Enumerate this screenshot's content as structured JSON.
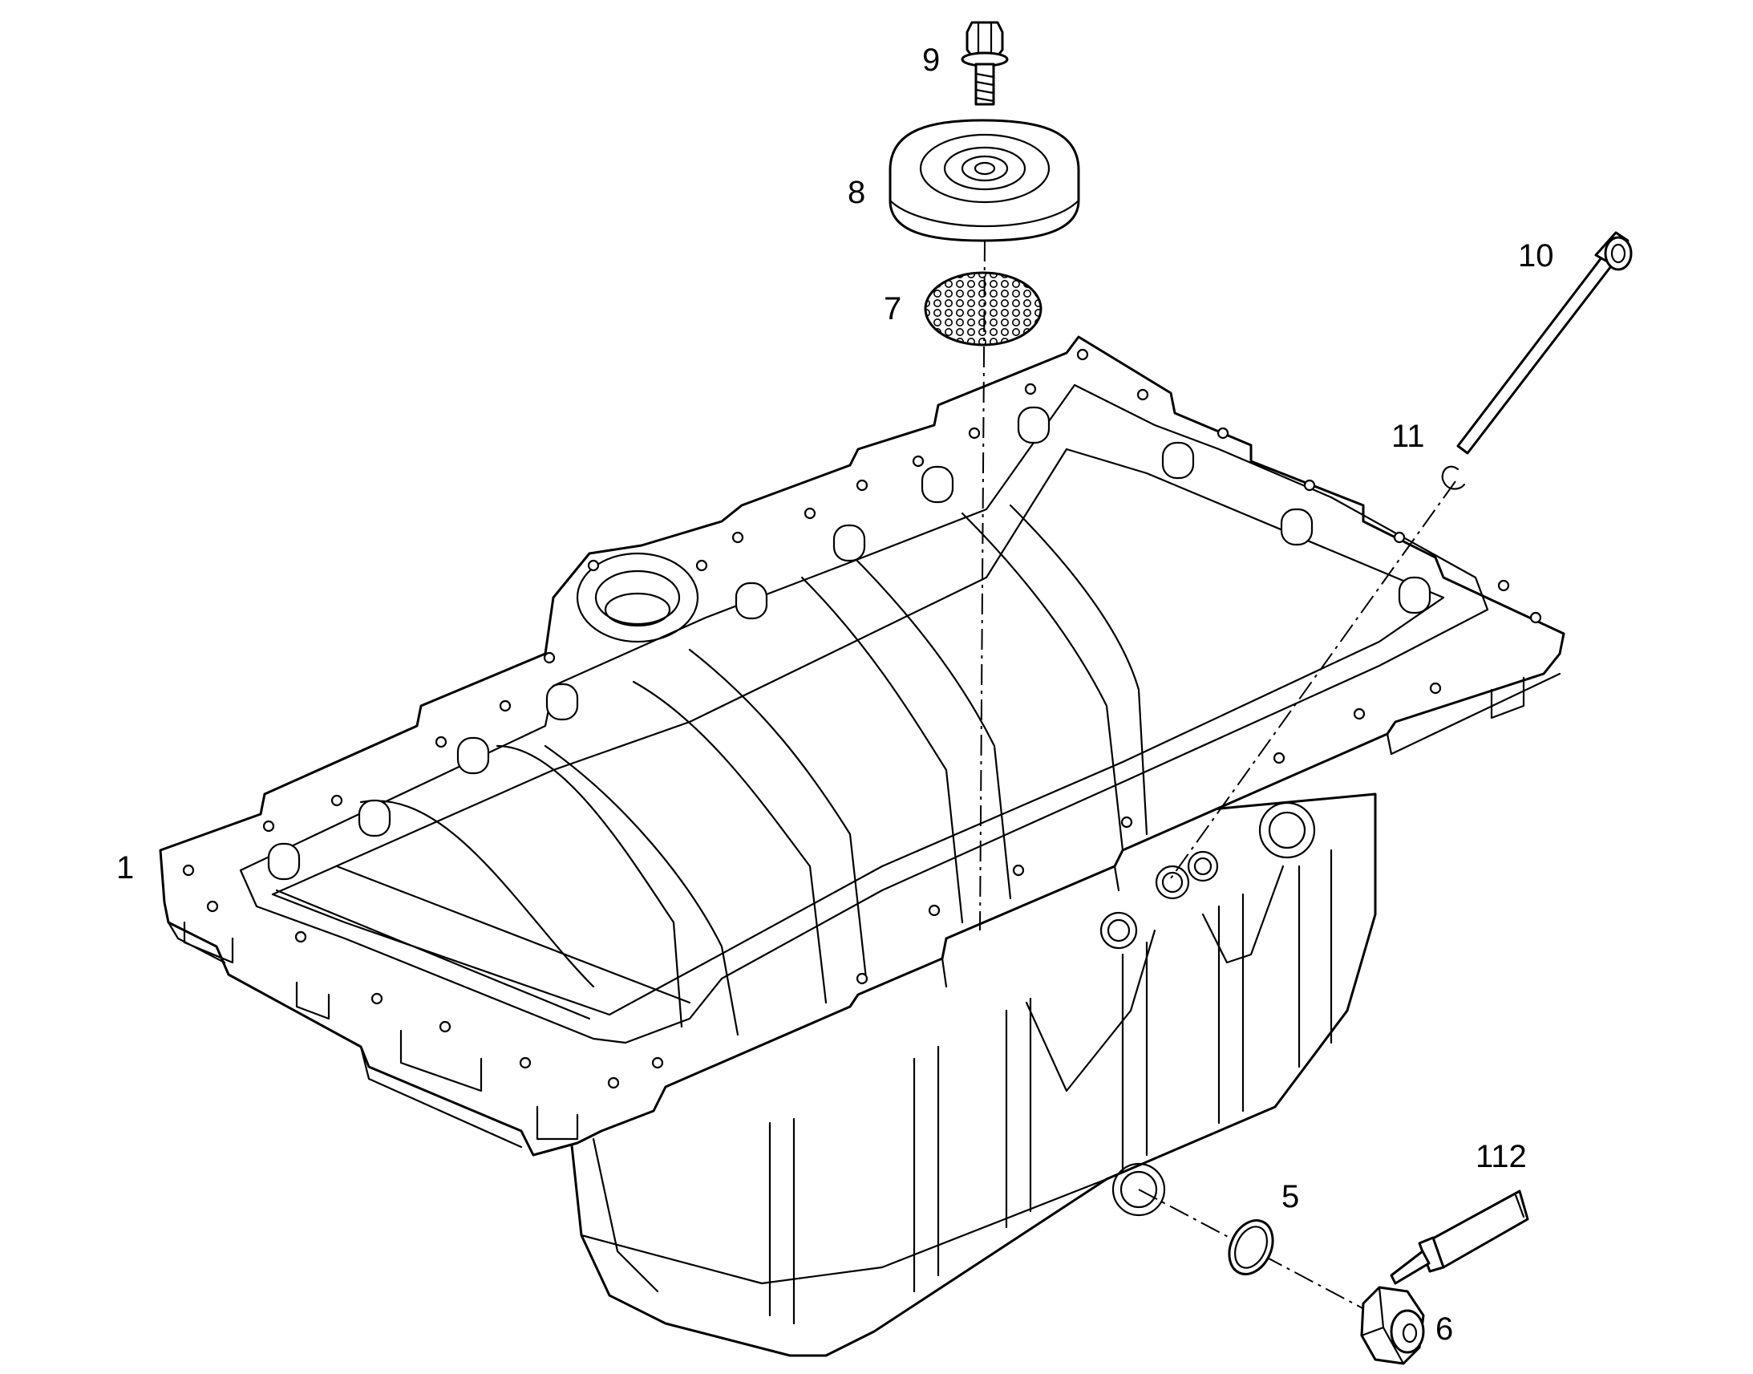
{
  "diagram": {
    "callouts": {
      "pan": "1",
      "gasket": "5",
      "drain_plug": "6",
      "strainer_screen": "7",
      "pickup_cover": "8",
      "bolt": "9",
      "dipstick": "10",
      "dipstick_seal": "11",
      "sealant_tube": "112"
    }
  }
}
